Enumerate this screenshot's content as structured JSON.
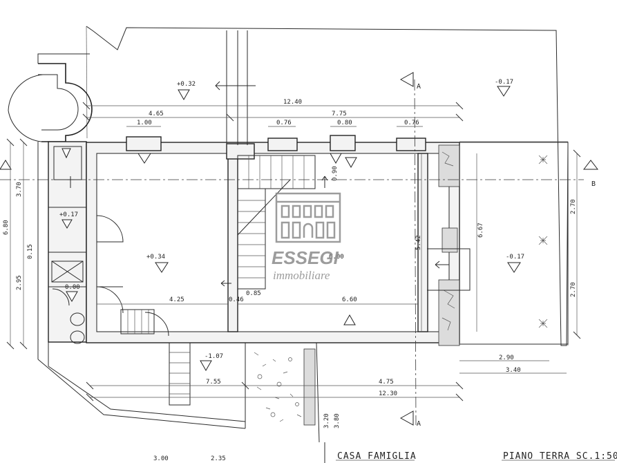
{
  "title_block": {
    "project": "CASA FAMIGLIA",
    "sheet": "PIANO TERRA SC.1:50"
  },
  "watermark": {
    "brand_name": "ESSEGI",
    "brand_sub": "immobiliare"
  },
  "section_marks": {
    "a": "A",
    "b": "B"
  },
  "levels": {
    "l1": "+0.32",
    "l2": "-0.17",
    "l3": "+0.17",
    "l4": "+0.34",
    "l5": "0.00",
    "l6": "0.00",
    "l7": "-0.17",
    "l8": "-1.07"
  },
  "dimensions": {
    "top_total": "12.40",
    "top_left": "4.65",
    "top_right": "7.75",
    "win1": "1.00",
    "win2": "0.76",
    "win3": "0.80",
    "win4": "0.76",
    "left_top": "3.70",
    "left_total": "6.80",
    "left_wall": "0.15",
    "left_bottom": "2.95",
    "inner_left": "4.25",
    "inner_wall": "0.46",
    "inner_mid": "0.85",
    "inner_right": "6.60",
    "vert_stair": "0.90",
    "vert_room": "5.42",
    "vert_right": "6.67",
    "right_top": "2.70",
    "right_bottom": "2.70",
    "terrace": "2.90",
    "terrace_total": "3.40",
    "bottom_left": "7.55",
    "bottom_right": "4.75",
    "bottom_total": "12.30",
    "stair_a": "3.20",
    "stair_b": "3.80",
    "foot_a": "3.00",
    "foot_b": "2.35"
  }
}
